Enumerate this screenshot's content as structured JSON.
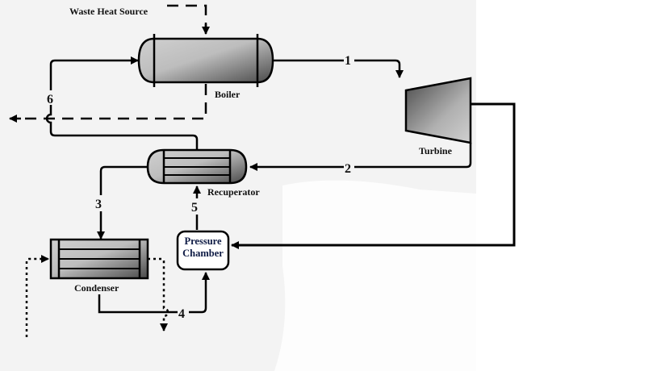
{
  "labels": {
    "waste_heat_source": "Waste Heat Source",
    "boiler": "Boiler",
    "turbine": "Turbine",
    "recuperator": "Recuperator",
    "condenser": "Condenser",
    "pressure_chamber_line1": "Pressure",
    "pressure_chamber_line2": "Chamber"
  },
  "state_points": [
    "1",
    "2",
    "3",
    "4",
    "5",
    "6"
  ]
}
